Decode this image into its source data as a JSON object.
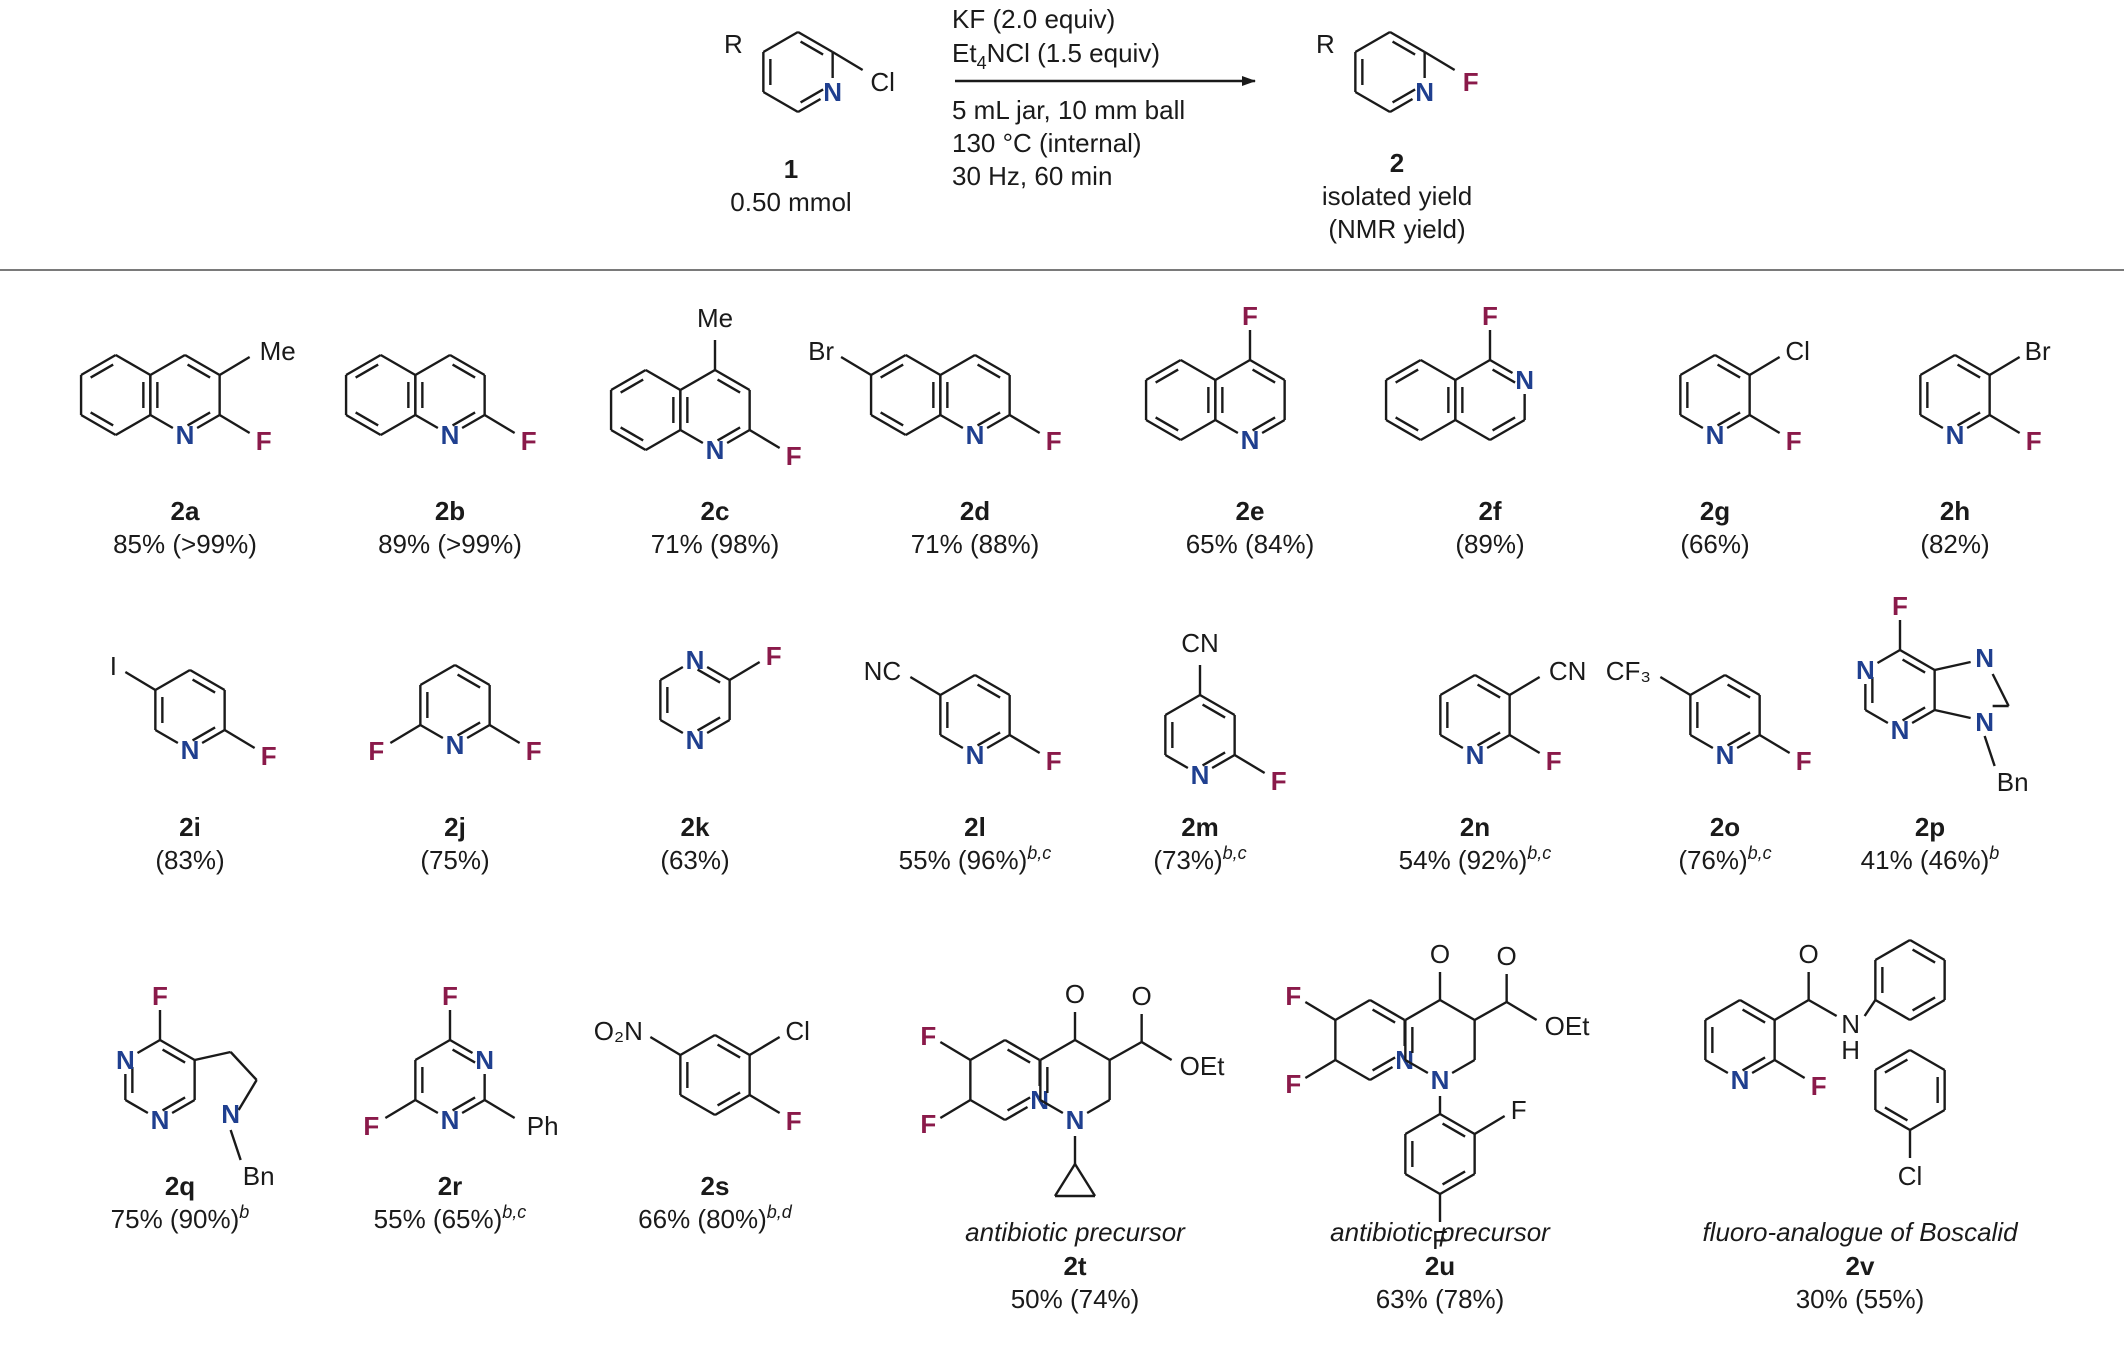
{
  "colors": {
    "nitrogen": "#1f3f8f",
    "fluorine": "#8a1a4a",
    "text": "#1a1a1a",
    "rule": "#7a7a7a"
  },
  "scheme": {
    "reagents": [
      "KF (2.0 equiv)",
      "Et4NCl (1.5 equiv)"
    ],
    "conditions": [
      "5 mL jar, 10 mm ball",
      "130 °C (internal)",
      "30 Hz, 60 min"
    ],
    "sm_id": "1",
    "sm_amount": "0.50 mmol",
    "product_id": "2",
    "product_yield1": "isolated yield",
    "product_yield2": "(NMR yield)"
  },
  "entries": [
    {
      "id": "2a",
      "yield": "85% (>99%)",
      "sup": ""
    },
    {
      "id": "2b",
      "yield": "89% (>99%)",
      "sup": ""
    },
    {
      "id": "2c",
      "yield": "71% (98%)",
      "sup": ""
    },
    {
      "id": "2d",
      "yield": "71% (88%)",
      "sup": ""
    },
    {
      "id": "2e",
      "yield": "65% (84%)",
      "sup": ""
    },
    {
      "id": "2f",
      "yield": "(89%)",
      "sup": ""
    },
    {
      "id": "2g",
      "yield": "(66%)",
      "sup": ""
    },
    {
      "id": "2h",
      "yield": "(82%)",
      "sup": ""
    },
    {
      "id": "2i",
      "yield": "(83%)",
      "sup": ""
    },
    {
      "id": "2j",
      "yield": "(75%)",
      "sup": ""
    },
    {
      "id": "2k",
      "yield": "(63%)",
      "sup": ""
    },
    {
      "id": "2l",
      "yield": "55% (96%)",
      "sup": "b,c"
    },
    {
      "id": "2m",
      "yield": "(73%)",
      "sup": "b,c"
    },
    {
      "id": "2n",
      "yield": "54% (92%)",
      "sup": "b,c"
    },
    {
      "id": "2o",
      "yield": "(76%)",
      "sup": "b,c"
    },
    {
      "id": "2p",
      "yield": "41% (46%)",
      "sup": "b"
    },
    {
      "id": "2q",
      "yield": "75% (90%)",
      "sup": "b"
    },
    {
      "id": "2r",
      "yield": "55% (65%)",
      "sup": "b,c"
    },
    {
      "id": "2s",
      "yield": "66% (80%)",
      "sup": "b,d"
    },
    {
      "id": "2t",
      "yield": "50% (74%)",
      "sup": "",
      "note": "antibiotic precursor"
    },
    {
      "id": "2u",
      "yield": "63% (78%)",
      "sup": "",
      "note": "antibiotic precursor"
    },
    {
      "id": "2v",
      "yield": "30% (55%)",
      "sup": "",
      "note": "fluoro-analogue of Boscalid"
    }
  ]
}
